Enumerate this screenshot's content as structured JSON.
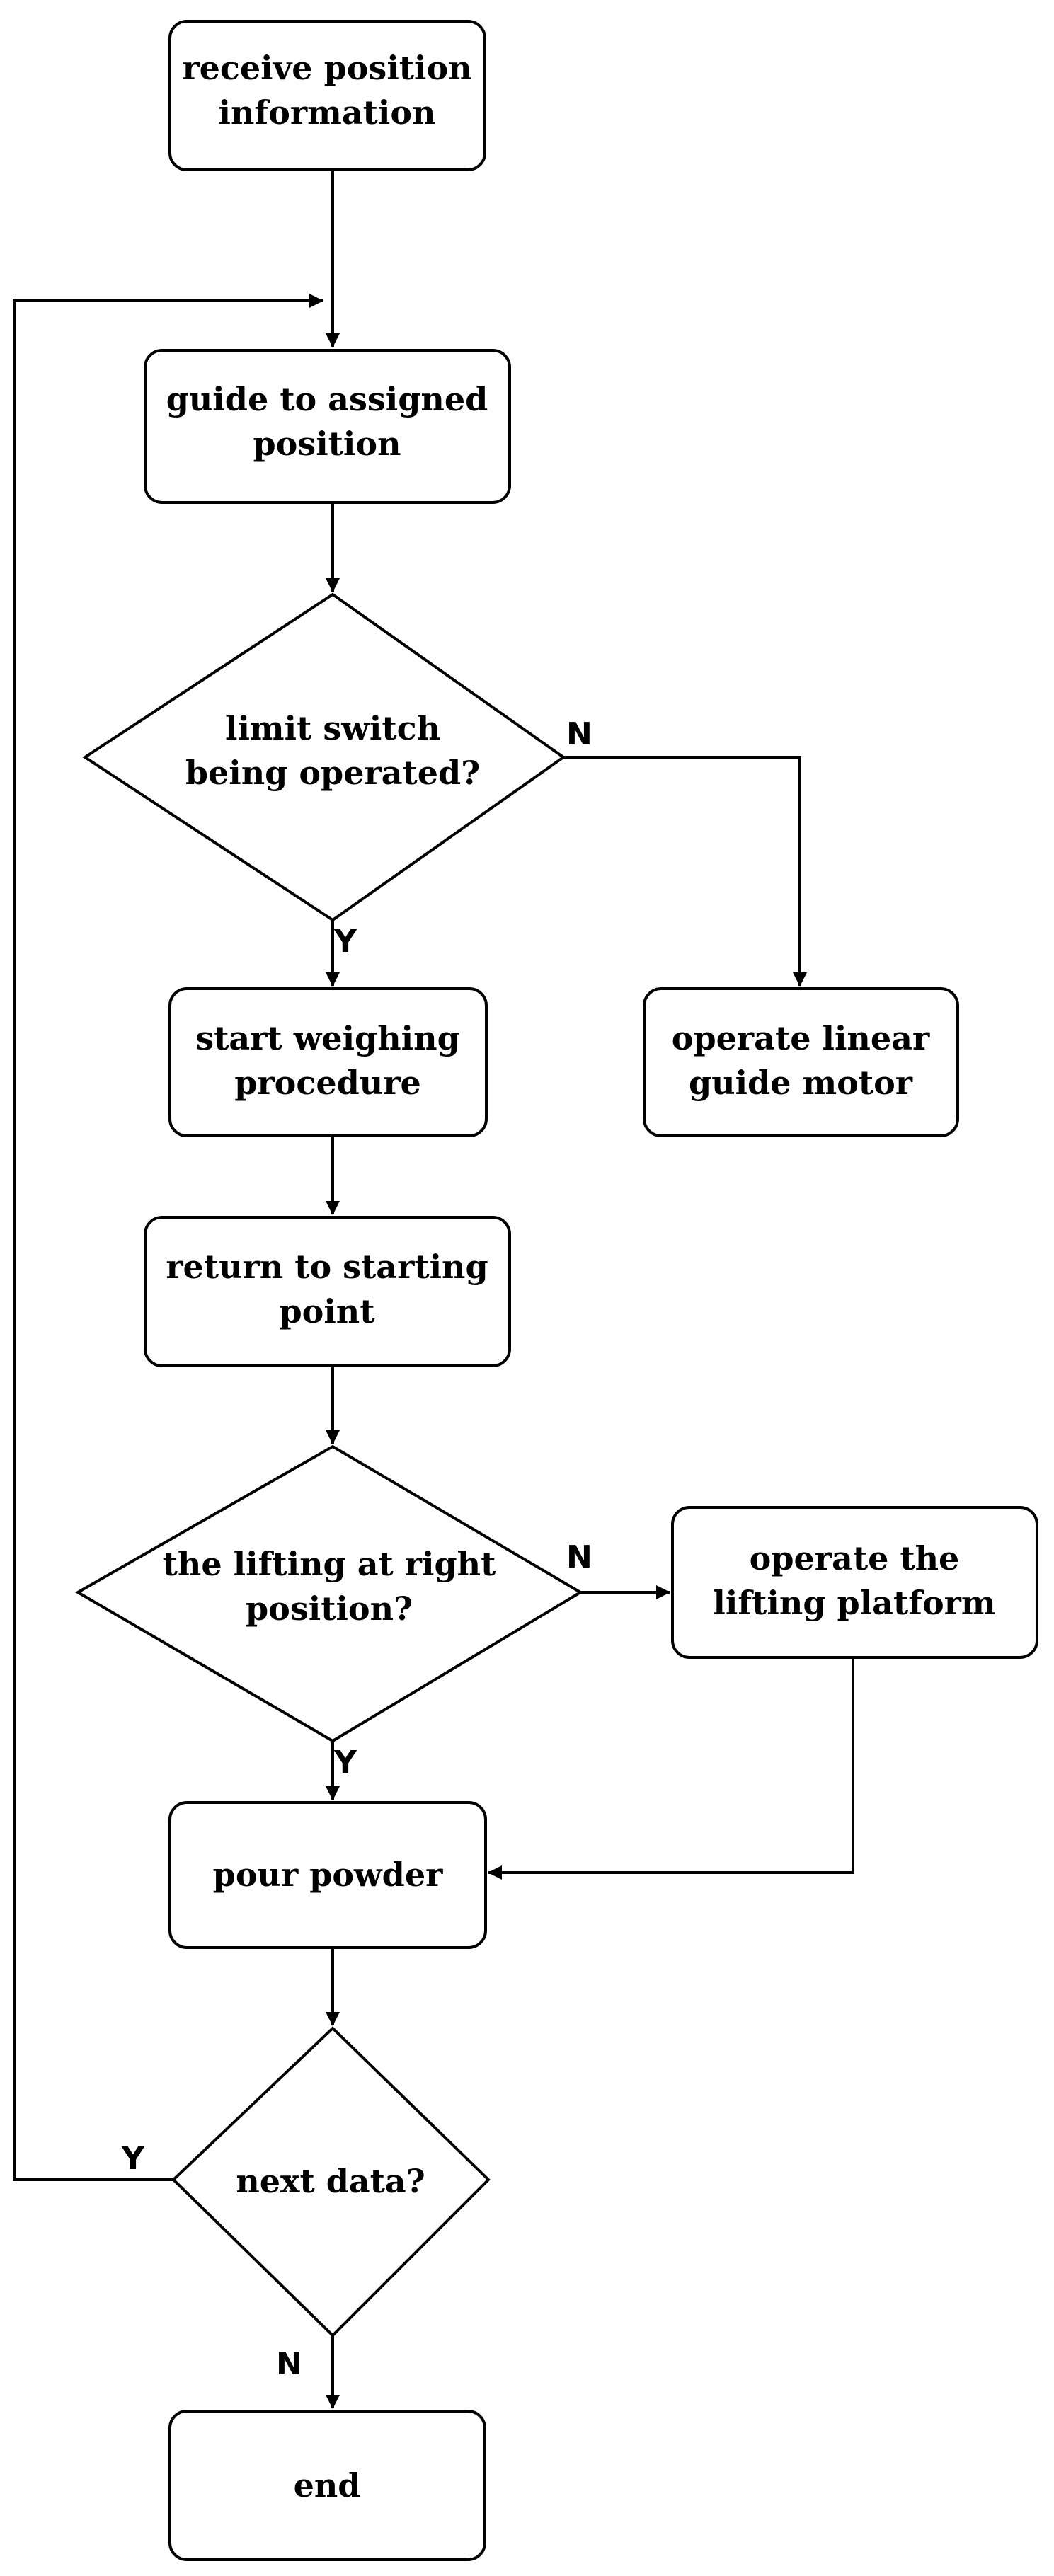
{
  "diagram": {
    "type": "flowchart",
    "nodes": {
      "receive": {
        "shape": "process",
        "lines": [
          "receive position",
          "information"
        ]
      },
      "guide": {
        "shape": "process",
        "lines": [
          "guide to assigned",
          "position"
        ]
      },
      "limit": {
        "shape": "decision",
        "lines": [
          "limit switch",
          "being operated?"
        ]
      },
      "weigh": {
        "shape": "process",
        "lines": [
          "start weighing",
          "procedure"
        ]
      },
      "motor": {
        "shape": "process",
        "lines": [
          "operate linear",
          "guide motor"
        ]
      },
      "return": {
        "shape": "process",
        "lines": [
          "return to starting",
          "point"
        ]
      },
      "lifting": {
        "shape": "decision",
        "lines": [
          "the lifting at right",
          "position?"
        ]
      },
      "platform": {
        "shape": "process",
        "lines": [
          "operate the",
          "lifting platform"
        ]
      },
      "pour": {
        "shape": "process",
        "lines": [
          "pour powder"
        ]
      },
      "next": {
        "shape": "decision",
        "lines": [
          "next data?"
        ]
      },
      "end": {
        "shape": "terminal",
        "lines": [
          "end"
        ]
      }
    },
    "edges": [
      {
        "from": "receive",
        "to": "guide",
        "label": ""
      },
      {
        "from": "guide",
        "to": "limit",
        "label": ""
      },
      {
        "from": "limit",
        "to": "weigh",
        "label": "Y"
      },
      {
        "from": "limit",
        "to": "motor",
        "label": "N"
      },
      {
        "from": "weigh",
        "to": "return",
        "label": ""
      },
      {
        "from": "return",
        "to": "lifting",
        "label": ""
      },
      {
        "from": "lifting",
        "to": "pour",
        "label": "Y"
      },
      {
        "from": "lifting",
        "to": "platform",
        "label": "N"
      },
      {
        "from": "platform",
        "to": "pour",
        "label": ""
      },
      {
        "from": "pour",
        "to": "next",
        "label": ""
      },
      {
        "from": "next",
        "to": "guide",
        "label": "Y"
      },
      {
        "from": "next",
        "to": "end",
        "label": "N"
      }
    ]
  }
}
